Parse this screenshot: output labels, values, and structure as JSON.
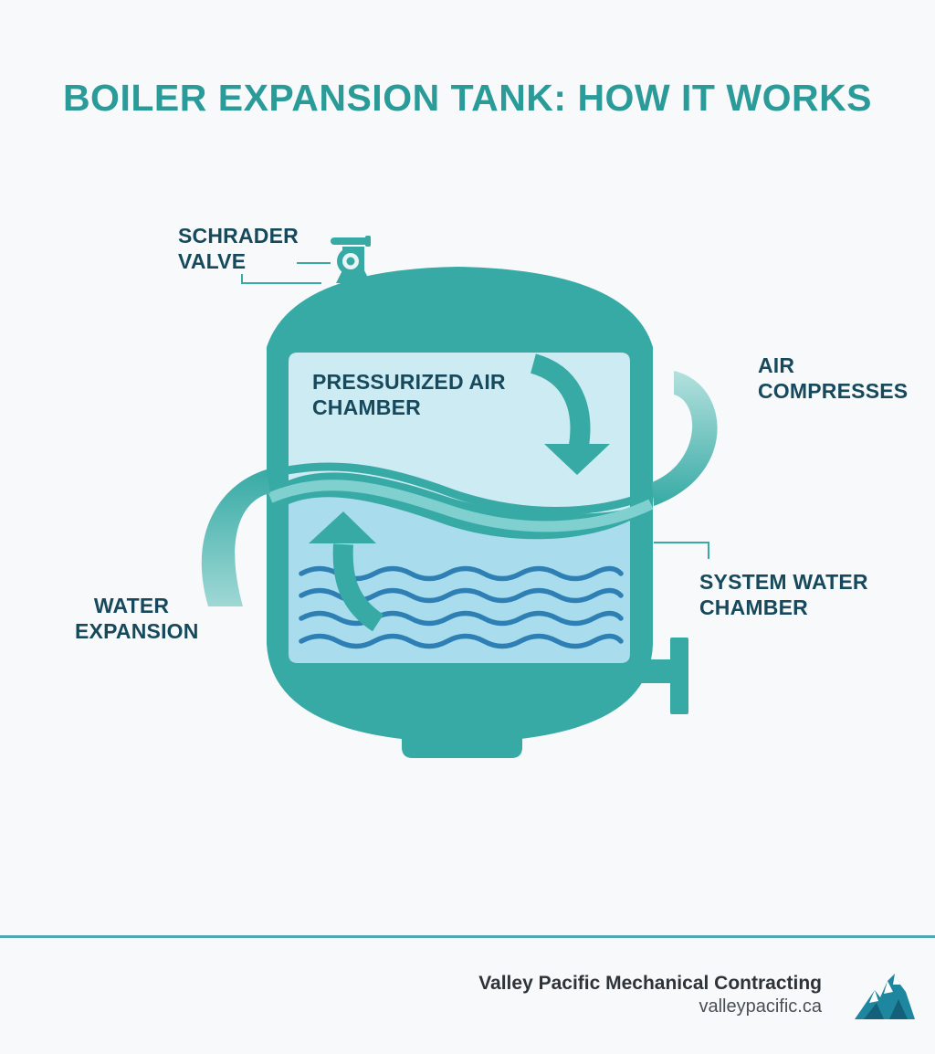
{
  "title": "BOILER EXPANSION TANK: HOW IT WORKS",
  "labels": {
    "schrader_valve": "SCHRADER\nVALVE",
    "pressurized_air_chamber": "PRESSURIZED AIR\nCHAMBER",
    "air_compresses": "AIR\nCOMPRESSES",
    "system_water_chamber": "SYSTEM WATER\nCHAMBER",
    "water_expansion": "WATER\nEXPANSION"
  },
  "footer": {
    "company": "Valley Pacific Mechanical Contracting",
    "url": "valleypacific.ca"
  },
  "colors": {
    "title": "#2a9b98",
    "tank": "#37aaa5",
    "air_chamber": "#cdebf2",
    "water_chamber": "#a9dcec",
    "wave": "#2e7fb4",
    "label": "#17495c",
    "footer_rule": "#4ea9b3"
  },
  "icons": {
    "air_arrow": "down-arrow-icon",
    "water_arrow": "up-arrow-icon",
    "valve": "schrader-valve-icon",
    "logo": "mountain-logo-icon"
  }
}
